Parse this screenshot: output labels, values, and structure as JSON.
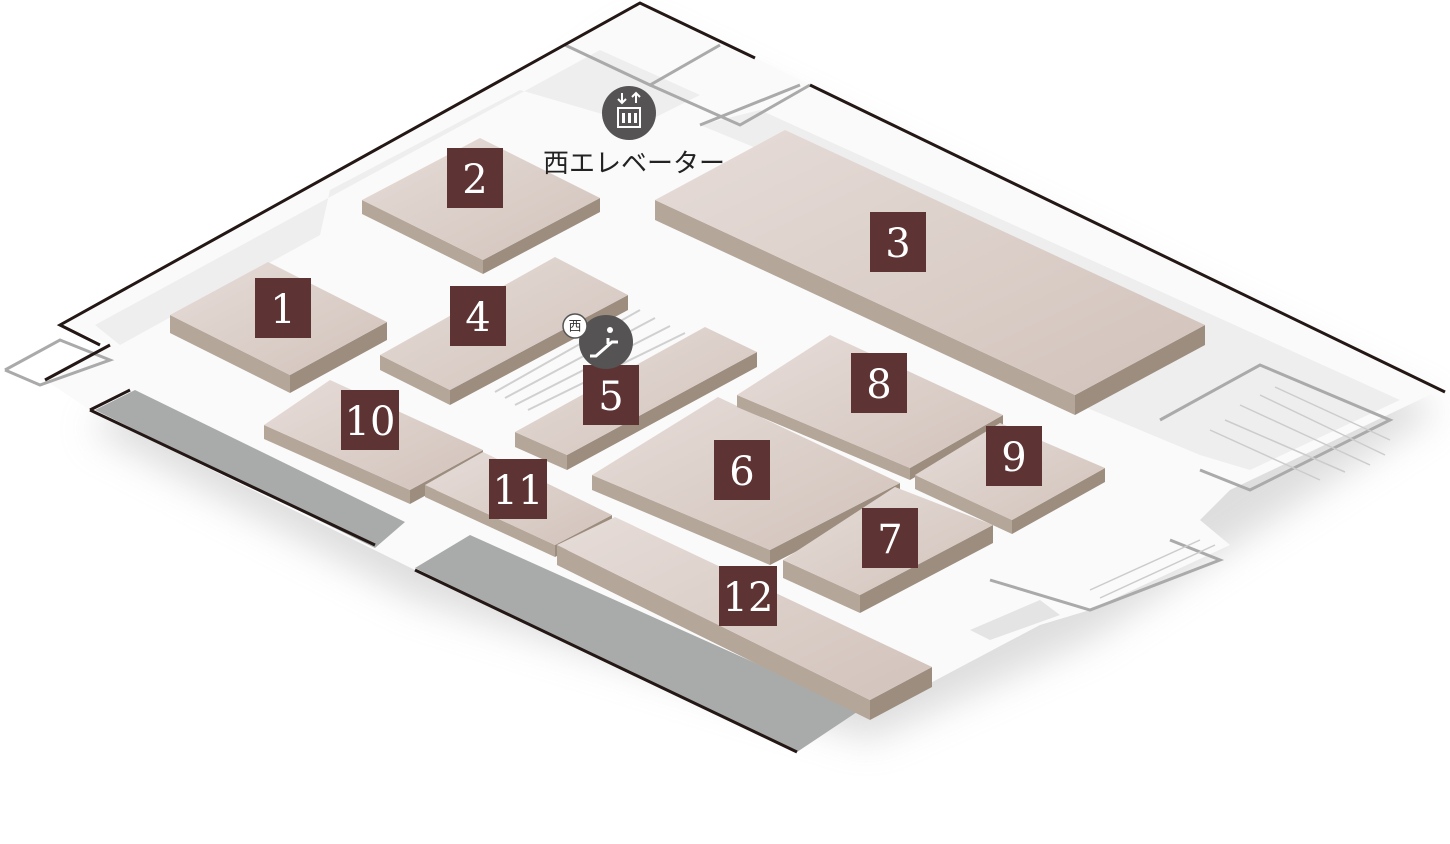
{
  "map": {
    "elevator_label": "西エレベーター",
    "elevator_icon": "elevator-icon",
    "escalator_icon": "escalator-icon",
    "escalator_badge": "西",
    "colors": {
      "label_bg": "#5e3334",
      "booth_top": "#dcd0ca",
      "booth_front": "#b4a698",
      "booth_side": "#9c8d7e",
      "wall": "#231815",
      "dark_strip": "#a9abab",
      "icon_bg": "#555353"
    }
  },
  "booths": [
    {
      "label": "1"
    },
    {
      "label": "2"
    },
    {
      "label": "3"
    },
    {
      "label": "4"
    },
    {
      "label": "5"
    },
    {
      "label": "6"
    },
    {
      "label": "7"
    },
    {
      "label": "8"
    },
    {
      "label": "9"
    },
    {
      "label": "10"
    },
    {
      "label": "11"
    },
    {
      "label": "12"
    }
  ]
}
